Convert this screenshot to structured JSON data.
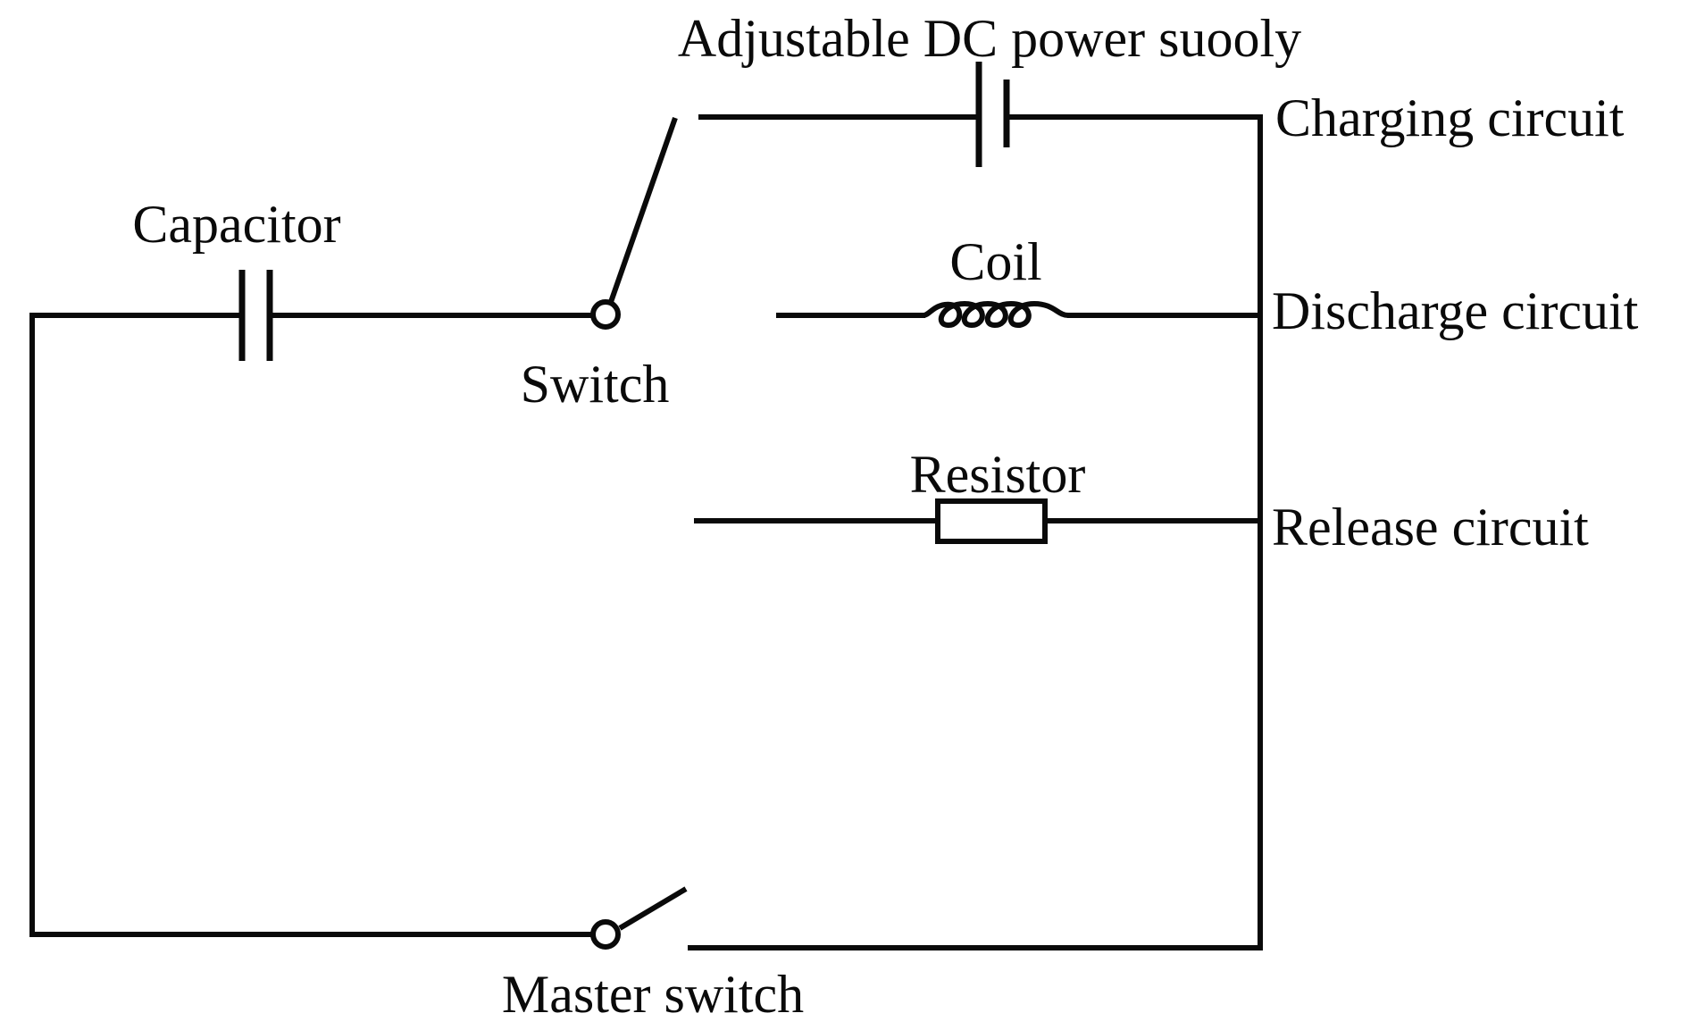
{
  "diagram": {
    "type": "circuit-schematic",
    "components": {
      "power_supply": "Adjustable DC power suooly",
      "capacitor": "Capacitor",
      "switch": "Switch",
      "coil": "Coil",
      "resistor": "Resistor",
      "master_switch": "Master switch"
    },
    "branches": {
      "charging": "Charging circuit",
      "discharge": "Discharge circuit",
      "release": "Release circuit"
    },
    "colors": {
      "line": "#0a0a0a",
      "background": "#ffffff"
    }
  }
}
